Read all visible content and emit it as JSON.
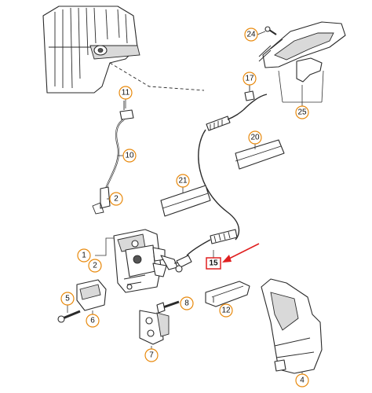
{
  "callouts": {
    "c1": "1",
    "c2a": "2",
    "c2b": "2",
    "c4": "4",
    "c5": "5",
    "c6": "6",
    "c7": "7",
    "c8": "8",
    "c10": "10",
    "c11": "11",
    "c12": "12",
    "c15": "15",
    "c17": "17",
    "c20": "20",
    "c21": "21",
    "c24": "24",
    "c25": "25"
  },
  "highlight": {
    "part": "15",
    "color": "#e02020"
  },
  "colors": {
    "callout_ring": "#e8890c",
    "line": "#2a2a2a"
  }
}
